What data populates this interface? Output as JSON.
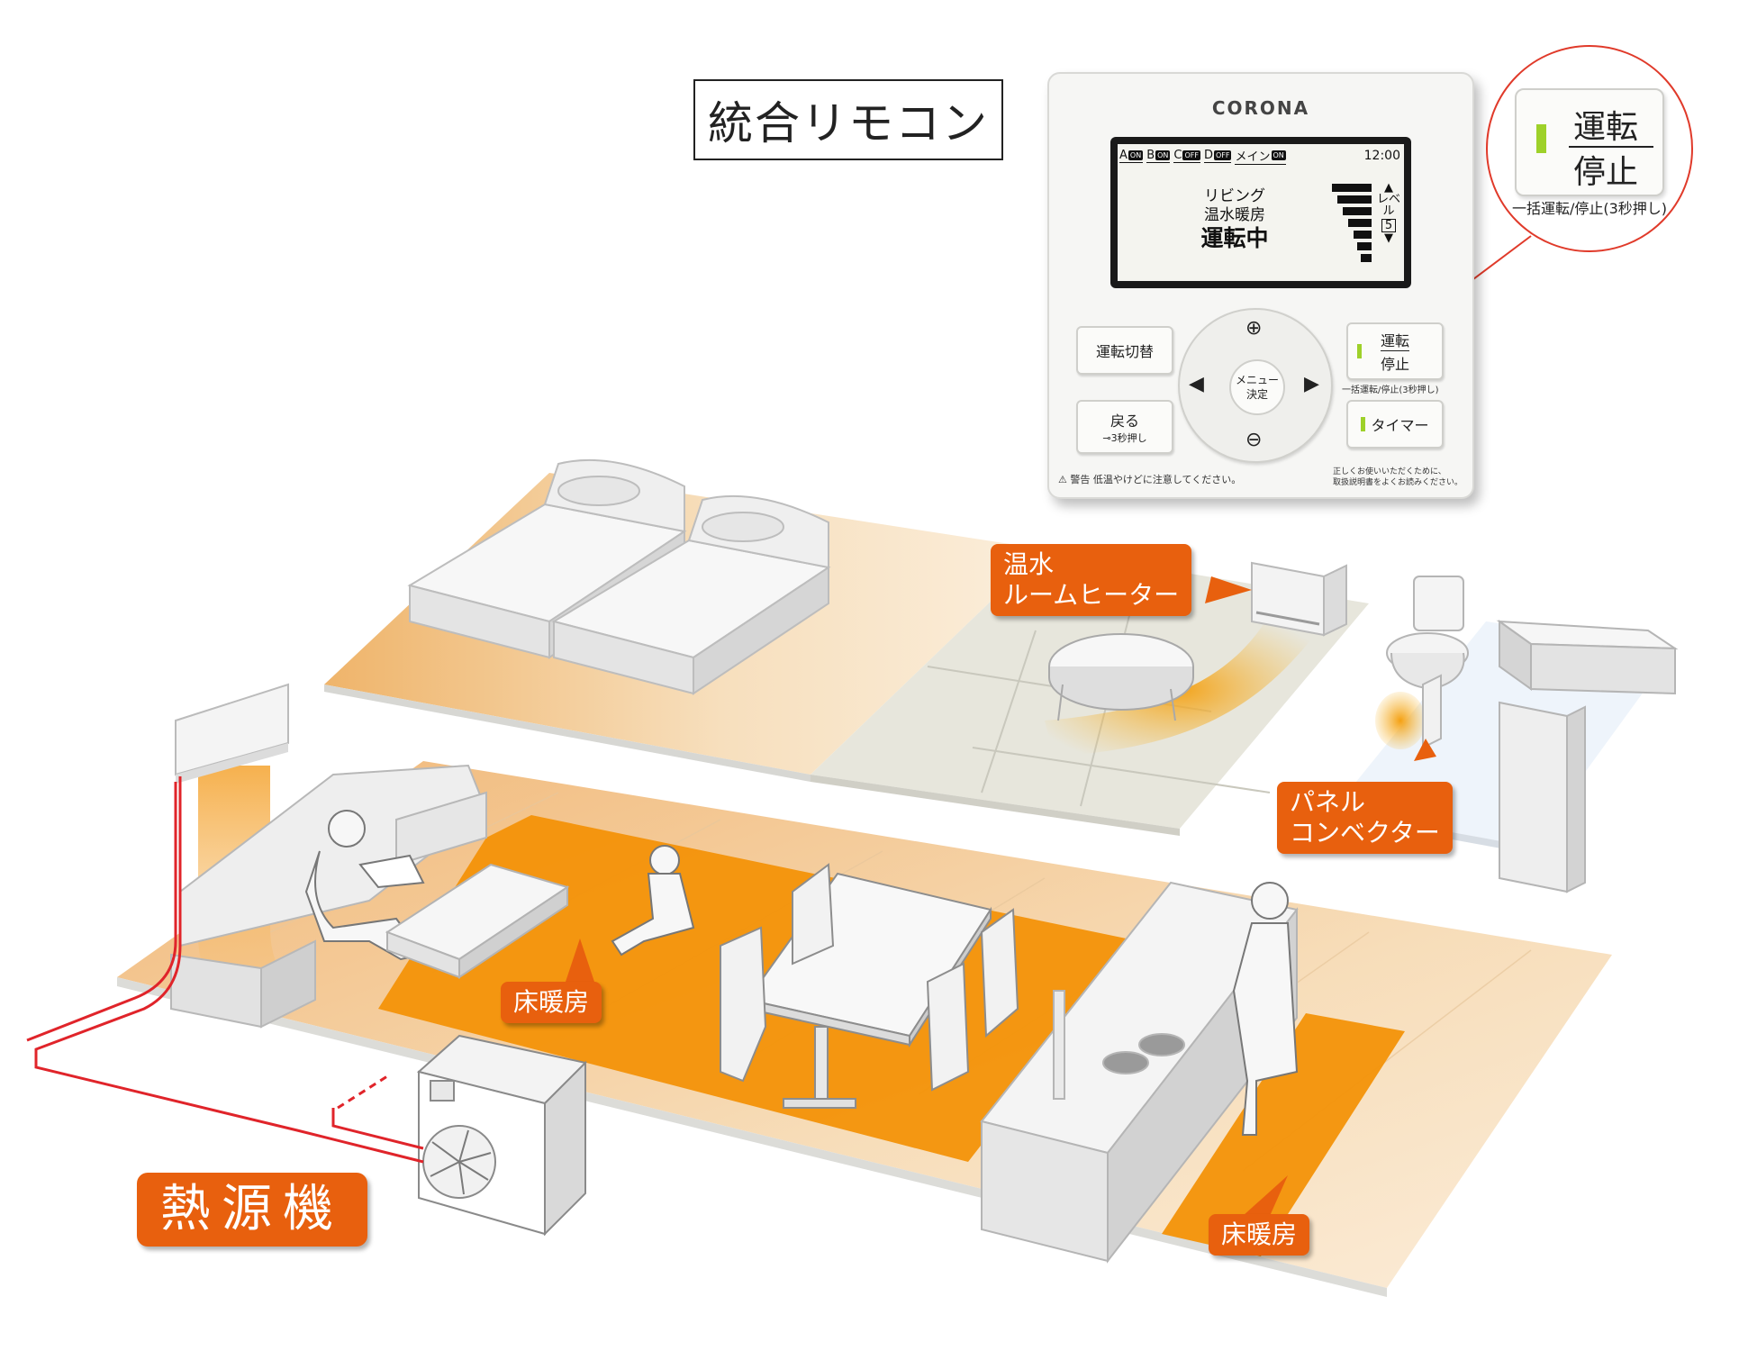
{
  "title": "統合リモコン",
  "remote": {
    "brand": "CORONA",
    "display": {
      "tabs": [
        {
          "letter": "A",
          "status": "ON"
        },
        {
          "letter": "B",
          "status": "ON"
        },
        {
          "letter": "C",
          "status": "OFF"
        },
        {
          "letter": "D",
          "status": "OFF"
        },
        {
          "letter": "メイン",
          "status": "ON"
        }
      ],
      "clock": "12:00",
      "room": "リビング",
      "mode": "温水暖房",
      "state": "運転中",
      "level_label": "レベル",
      "level_value": "5"
    },
    "buttons": {
      "switch": "運転切替",
      "power_top": "運転",
      "power_bottom": "停止",
      "power_note": "一括運転/停止(3秒押し)",
      "back": "戻る",
      "back_sub": "3秒押し",
      "timer": "タイマー",
      "menu_top": "メニュー",
      "menu_bottom": "決定"
    },
    "warning": "警告  低温やけどに注意してください。",
    "manual_note_1": "正しくお使いいただくために、",
    "manual_note_2": "取扱説明書をよくお読みください。"
  },
  "zoom": {
    "power_top": "運転",
    "power_bottom": "停止",
    "note": "一括運転/停止(3秒押し)"
  },
  "labels": {
    "room_heater_1": "温水",
    "room_heater_2": "ルームヒーター",
    "panel_1": "パネル",
    "panel_2": "コンベクター",
    "floor_1": "床暖房",
    "floor_2": "床暖房",
    "heat_source": "熱源機"
  },
  "colors": {
    "accent_orange": "#e8600e",
    "heat_orange": "#f29a17",
    "pipe_red": "#e0242a",
    "floor_wood": "#f6dcb5",
    "tatami": "#e7e6dc",
    "led_green": "#9ed12a"
  }
}
